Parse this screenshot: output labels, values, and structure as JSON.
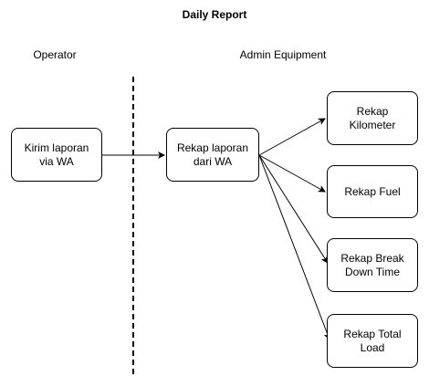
{
  "diagram": {
    "title": "Daily Report",
    "lanes": {
      "operator": "Operator",
      "admin": "Admin Equipment"
    },
    "nodes": {
      "kirim": "Kirim laporan\nvia WA",
      "rekap_laporan": "Rekap laporan\ndari WA",
      "rekap_kilometer": "Rekap\nKilometer",
      "rekap_fuel": "Rekap Fuel",
      "rekap_breakdown": "Rekap Break\nDown Time",
      "rekap_total_load": "Rekap Total\nLoad"
    },
    "edges": [
      {
        "from": "kirim",
        "to": "rekap_laporan"
      },
      {
        "from": "rekap_laporan",
        "to": "rekap_kilometer"
      },
      {
        "from": "rekap_laporan",
        "to": "rekap_fuel"
      },
      {
        "from": "rekap_laporan",
        "to": "rekap_breakdown"
      },
      {
        "from": "rekap_laporan",
        "to": "rekap_total_load"
      }
    ],
    "colors": {
      "stroke": "#000000",
      "background": "#ffffff"
    }
  }
}
